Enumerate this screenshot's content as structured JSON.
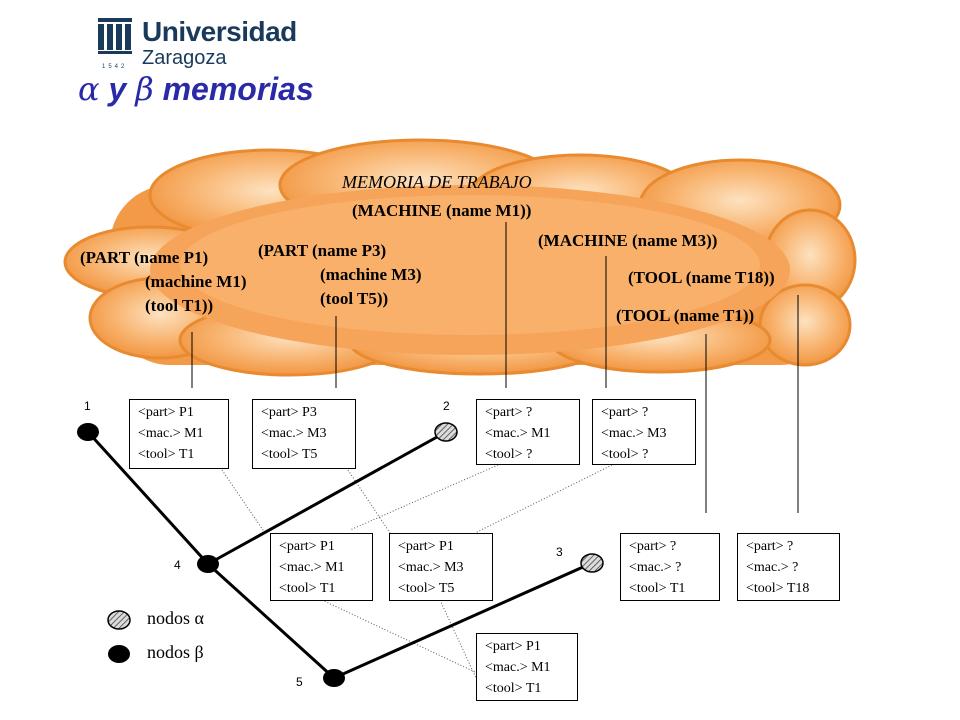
{
  "header": {
    "logo_name": "Universidad",
    "logo_sub": "Zaragoza",
    "logo_year": "1542",
    "title_alpha": "α",
    "title_y": "y",
    "title_beta": "β",
    "title_rest": "memorias"
  },
  "cloud": {
    "title": "MEMORIA DE TRABAJO",
    "wme_machine_m1": "(MACHINE (name M1))",
    "wme_machine_m3": "(MACHINE (name M3))",
    "wme_tool_t18": "(TOOL (name T18))",
    "wme_tool_t1": "(TOOL (name T1))",
    "part_p1": {
      "line1": "(PART (name P1)",
      "line2": "(machine M1)",
      "line3": "(tool T1))"
    },
    "part_p3": {
      "line1": "(PART (name P3)",
      "line2": "(machine M3)",
      "line3": "(tool T5))"
    }
  },
  "node_numbers": {
    "n1": "1",
    "n2": "2",
    "n3": "3",
    "n4": "4",
    "n5": "5"
  },
  "memory_boxes": [
    {
      "id": "top-p1",
      "lines": [
        "<part> P1",
        "<mac.> M1",
        "<tool> T1"
      ]
    },
    {
      "id": "top-p3",
      "lines": [
        "<part> P3",
        "<mac.> M3",
        "<tool> T5"
      ]
    },
    {
      "id": "top-m1",
      "lines": [
        "<part> ?",
        "<mac.> M1",
        "<tool> ?"
      ]
    },
    {
      "id": "top-m3",
      "lines": [
        "<part> ?",
        "<mac.> M3",
        "<tool> ?"
      ]
    },
    {
      "id": "mid-p1",
      "lines": [
        "<part> P1",
        "<mac.> M1",
        "<tool> T1"
      ]
    },
    {
      "id": "mid-p1-m3",
      "lines": [
        "<part> P1",
        "<mac.> M3",
        "<tool> T5"
      ]
    },
    {
      "id": "mid-t1",
      "lines": [
        "<part> ?",
        "<mac.> ?",
        "<tool> T1"
      ]
    },
    {
      "id": "mid-t18",
      "lines": [
        "<part> ?",
        "<mac.> ?",
        "<tool> T18"
      ]
    },
    {
      "id": "bot-p1",
      "lines": [
        "<part> P1",
        "<mac.> M1",
        "<tool> T1"
      ]
    }
  ],
  "legend": {
    "alpha_label": "nodos α",
    "beta_label": "nodos β"
  },
  "colors": {
    "cloud_fill": "#f5a050",
    "cloud_light": "#fcd8a8",
    "title_blue": "#2a2aa8",
    "logo_blue": "#1a3a5c"
  }
}
